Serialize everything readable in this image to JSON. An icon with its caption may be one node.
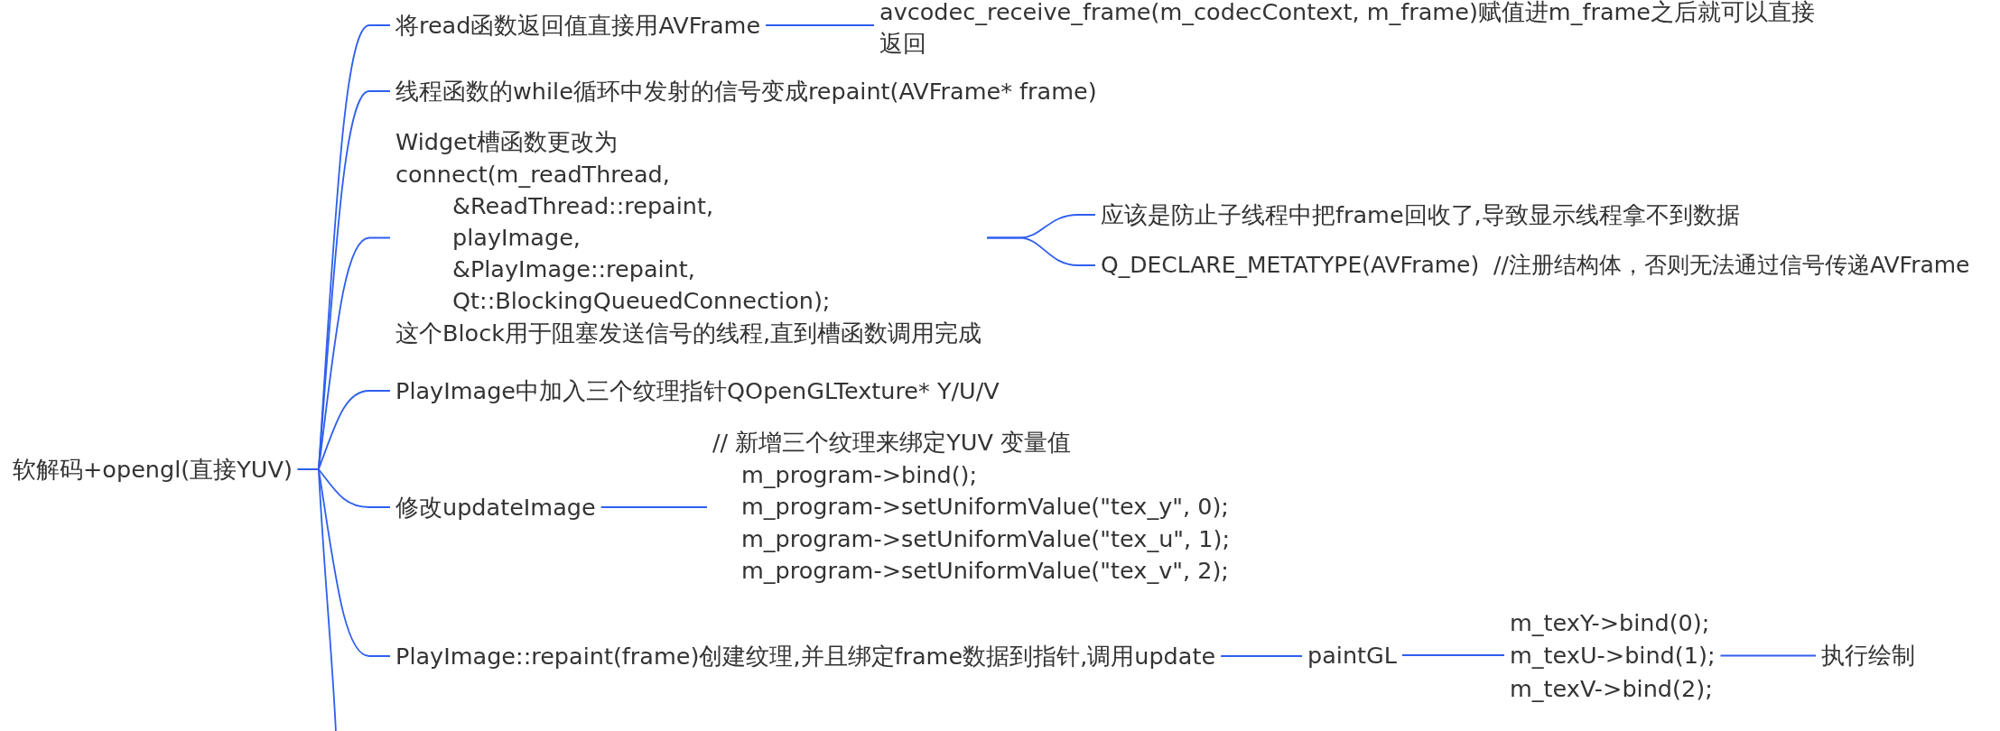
{
  "diagram": {
    "nodes": [
      {
        "text": [
          "软解码+opengl(直接YUV)"
        ]
      },
      {
        "text": [
          "将read函数返回值直接用AVFrame"
        ]
      },
      {
        "text": [
          "avcodec_receive_frame(m_codecContext, m_frame)赋值进m_frame之后就可以直接返回"
        ]
      },
      {
        "text": [
          "线程函数的while循环中发射的信号变成repaint(AVFrame* frame)"
        ]
      },
      {
        "text": [
          "Widget槽函数更改为",
          "connect(m_readThread,",
          "&ReadThread::repaint,",
          "playImage,",
          "&PlayImage::repaint,",
          "Qt::BlockingQueuedConnection);",
          "这个Block用于阻塞发送信号的线程,直到槽函数调用完成"
        ]
      },
      {
        "text": [
          "应该是防止子线程中把frame回收了,导致显示线程拿不到数据"
        ]
      },
      {
        "text": [
          "Q_DECLARE_METATYPE(AVFrame)  //注册结构体，否则无法通过信号传递AVFrame"
        ]
      },
      {
        "text": [
          "PlayImage中加入三个纹理指针QOpenGLTexture* Y/U/V"
        ]
      },
      {
        "text": [
          "修改updateImage"
        ]
      },
      {
        "text": [
          "// 新增三个纹理来绑定YUV 变量值",
          "m_program->bind();",
          "m_program->setUniformValue(\"tex_y\", 0);",
          "m_program->setUniformValue(\"tex_u\", 1);",
          "m_program->setUniformValue(\"tex_v\", 2);"
        ]
      },
      {
        "text": [
          "PlayImage::repaint(frame)创建纹理,并且绑定frame数据到指针,调用update"
        ]
      },
      {
        "text": [
          "paintGL"
        ]
      },
      {
        "text": [
          "m_texY->bind(0);",
          "m_texU->bind(1);",
          "m_texV->bind(2);"
        ]
      },
      {
        "text": [
          "执行绘制"
        ]
      }
    ],
    "edges": [
      {
        "from": 0,
        "to": 1,
        "arrow": "none"
      },
      {
        "from": 1,
        "to": 2,
        "arrow": "none"
      },
      {
        "from": 0,
        "to": 3,
        "arrow": "none"
      },
      {
        "from": 0,
        "to": 4,
        "arrow": "none"
      },
      {
        "from": 4,
        "to": 5,
        "arrow": "none"
      },
      {
        "from": 4,
        "to": 6,
        "arrow": "none"
      },
      {
        "from": 0,
        "to": 7,
        "arrow": "none"
      },
      {
        "from": 0,
        "to": 8,
        "arrow": "none"
      },
      {
        "from": 8,
        "to": 9,
        "arrow": "none"
      },
      {
        "from": 0,
        "to": 10,
        "arrow": "none"
      },
      {
        "from": 10,
        "to": 11,
        "arrow": "none"
      },
      {
        "from": 11,
        "to": 12,
        "arrow": "none"
      },
      {
        "from": 12,
        "to": 13,
        "arrow": "none"
      },
      {
        "from": 0,
        "to": null,
        "arrow": "none"
      }
    ]
  }
}
